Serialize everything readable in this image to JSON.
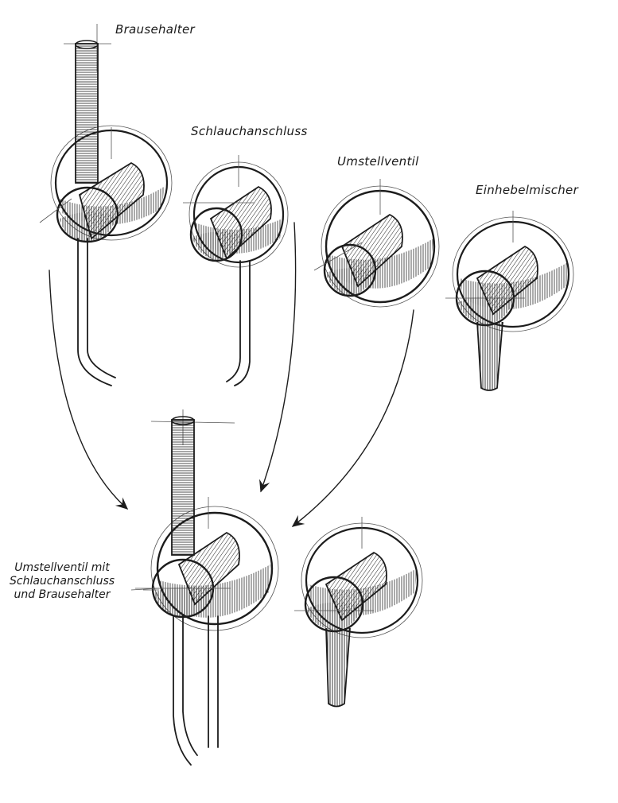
{
  "diagram": {
    "components": [
      {
        "id": "brausehalter",
        "label": "Brausehalter"
      },
      {
        "id": "schlauchanschluss",
        "label": "Schlauchanschluss"
      },
      {
        "id": "umstellventil",
        "label": "Umstellventil"
      },
      {
        "id": "einhebelmischer",
        "label": "Einhebelmischer"
      }
    ],
    "combined": {
      "label_lines": [
        "Umstellventil mit",
        "Schlauchanschluss",
        "und Brausehalter"
      ]
    },
    "arrows": [
      {
        "from": "brausehalter",
        "to": "combined"
      },
      {
        "from": "schlauchanschluss",
        "to": "combined"
      },
      {
        "from": "umstellventil",
        "to": "combined"
      }
    ],
    "ink_color": "#1c1c1c"
  }
}
